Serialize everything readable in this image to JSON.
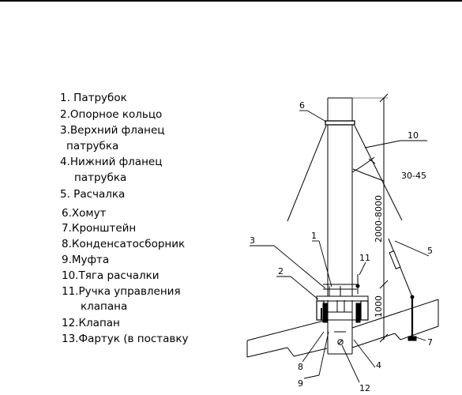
{
  "legend": [
    "1. Патрубок",
    "2.Опорное кольцо",
    "3.Верхний фланец",
    "патрубка",
    "4.Нижний фланец",
    "патрубка",
    "5. Расчалка",
    "6.Хомут",
    "7.Кронштейн",
    "8.Конденсатосборник",
    "9.Муфта",
    "10.Тяга расчалки",
    "11.Ручка управления",
    "клапана",
    "12.Клапан",
    "13.Фартук (в поставку"
  ],
  "callouts": {
    "n1": "1",
    "n2": "2",
    "n3": "3",
    "n4": "4",
    "n5": "5",
    "n6": "6",
    "n7": "7",
    "n8": "8",
    "n9": "9",
    "n10": "10",
    "n11": "11",
    "n12": "12"
  },
  "dimensions": {
    "angle": "30-45",
    "height_upper": "2000-8000",
    "height_lower": "1000"
  }
}
